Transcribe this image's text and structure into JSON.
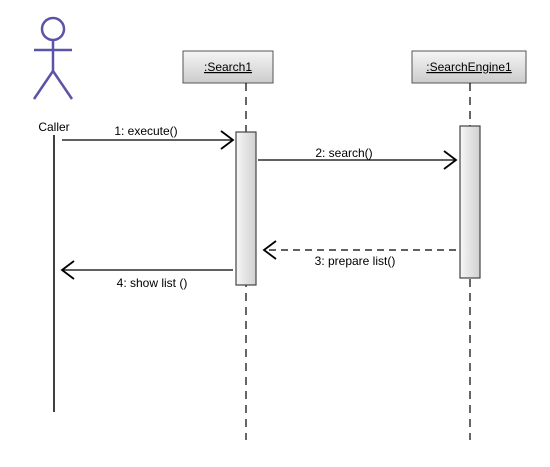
{
  "actor": {
    "label": "Caller"
  },
  "lifelines": [
    {
      "label": ":Search1"
    },
    {
      "label": ":SearchEngine1"
    }
  ],
  "messages": [
    {
      "label": "1: execute()",
      "style": "synchronous"
    },
    {
      "label": "2: search()",
      "style": "synchronous"
    },
    {
      "label": "3: prepare list()",
      "style": "return"
    },
    {
      "label": "4: show list ()",
      "style": "synchronous"
    }
  ],
  "colors": {
    "actor_stroke": "#5a53a8",
    "box_fill_top": "#f2f2f2",
    "box_fill_bottom": "#cfcfcf",
    "line": "#000000"
  }
}
